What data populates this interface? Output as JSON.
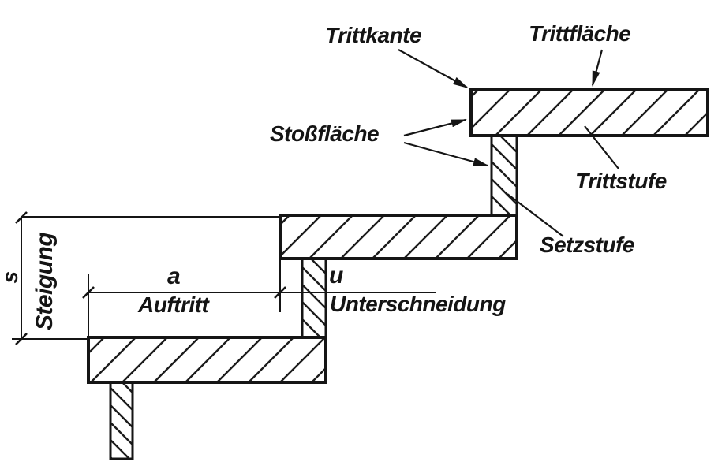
{
  "figure": {
    "type": "stair-construction-cross-section",
    "labels": {
      "trittkante": "Trittkante",
      "trittflaeche": "Trittfläche",
      "stossflaeche": "Stoßfläche",
      "trittstufe": "Trittstufe",
      "setzstufe": "Setzstufe",
      "steigung": "Steigung",
      "s": "s",
      "a": "a",
      "auftritt": "Auftritt",
      "u": "u",
      "unterschneidung": "Unterschneidung"
    },
    "colors": {
      "line": "#151515",
      "hatch": "#1c1c1c",
      "background": "#ffffff"
    }
  }
}
